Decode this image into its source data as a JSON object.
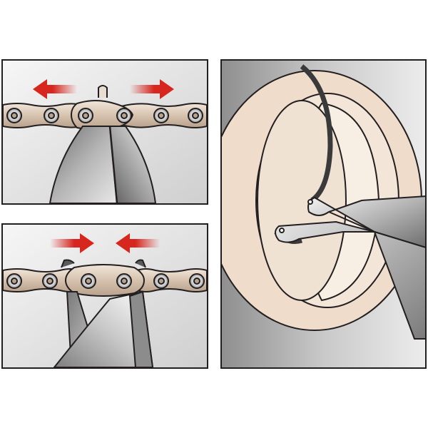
{
  "figure": {
    "panels": [
      {
        "id": "open",
        "arrows": "outward",
        "tool": "master-link-pliers-open"
      },
      {
        "id": "close",
        "arrows": "inward",
        "tool": "master-link-pliers-crossed"
      },
      {
        "id": "detail",
        "tool": "snap-ring-pliers-on-bearing-cup"
      }
    ]
  },
  "colors": {
    "outline": "#231f20",
    "arrow_red": "#d7261e",
    "chain_plate": "#d9c7b4",
    "cup_beige": "#efdccb",
    "tool_gray": "#8f8f8f",
    "panel_bg": "#ebebeb"
  }
}
